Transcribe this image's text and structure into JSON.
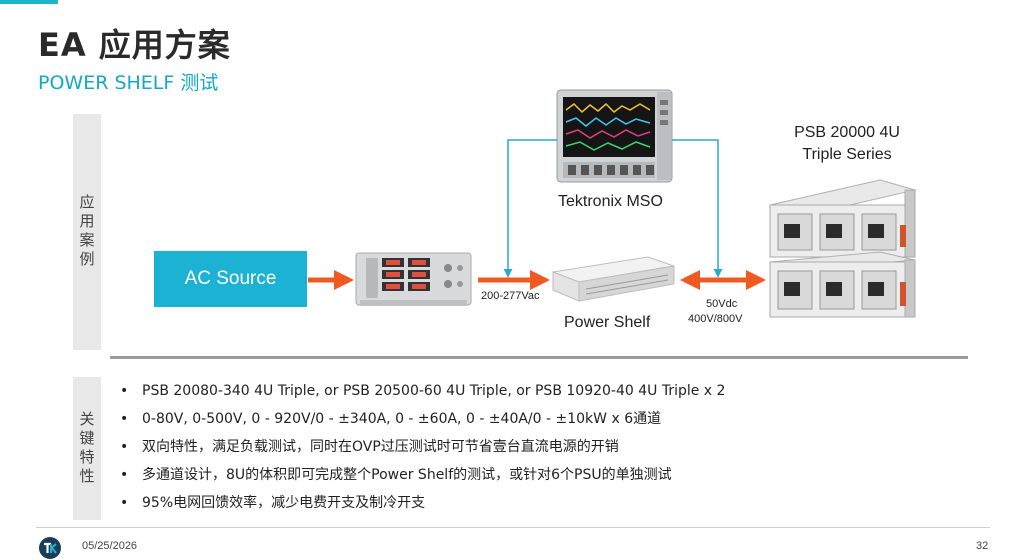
{
  "header": {
    "title": "EA 应用方案",
    "subtitle": "POWER SHELF 测试"
  },
  "side_labels": {
    "application": "应用案例",
    "features": "关键特性"
  },
  "diagram": {
    "ac_source": "AC Source",
    "scope_label": "Tektronix MSO",
    "psb_label_line1": "PSB 20000 4U",
    "psb_label_line2": "Triple Series",
    "power_shelf_label": "Power Shelf",
    "ac_voltage": "200-277Vac",
    "dc_voltage_line1": "50Vdc",
    "dc_voltage_line2": "400V/800V"
  },
  "features": [
    "PSB 20080-340 4U Triple, or PSB 20500-60 4U Triple, or PSB 10920-40 4U Triple x 2",
    "0-80V, 0-500V, 0 - 920V/0 - ±340A, 0 - ±60A, 0 - ±40A/0 - ±10kW x 6通道",
    "双向特性，满足负载测试，同时在OVP过压测试时可节省壹台直流电源的开销",
    "多通道设计，8U的体积即可完成整个Power Shelf的测试，或针对6个PSU的单独测试",
    "95%电网回馈效率，减少电费开支及制冷开支"
  ],
  "footer": {
    "date": "05/25/2026",
    "page": "32"
  },
  "colors": {
    "accent": "#1cb2d3",
    "arrow": "#f05a22",
    "wire": "#2aa9cf"
  }
}
